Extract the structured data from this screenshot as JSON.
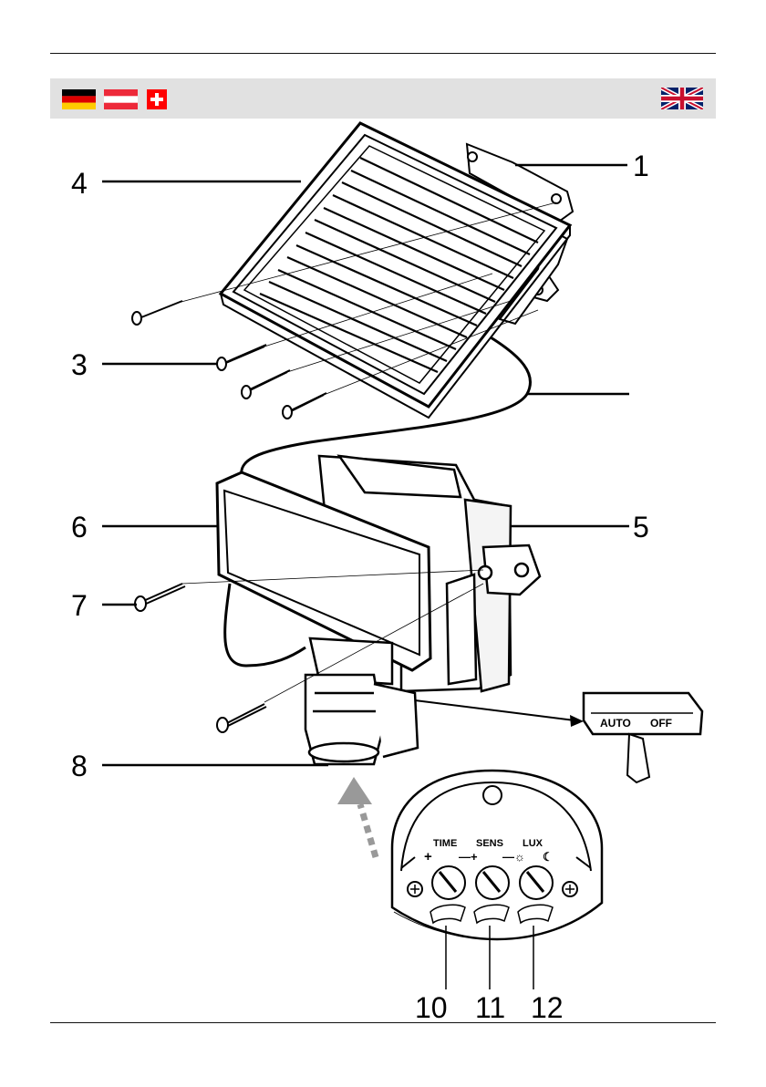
{
  "header": {
    "flags": [
      {
        "name": "germany-flag",
        "colors": [
          "#000000",
          "#dd0000",
          "#ffcc00"
        ]
      },
      {
        "name": "austria-flag",
        "colors": [
          "#ed2939",
          "#ffffff",
          "#ed2939"
        ]
      },
      {
        "name": "switzerland-flag",
        "colors": [
          "#ff0000",
          "#ffffff"
        ]
      },
      {
        "name": "uk-flag",
        "colors": [
          "#012169",
          "#ffffff",
          "#c8102e"
        ]
      }
    ],
    "bar_color": "#e1e1e1"
  },
  "callouts": {
    "c1": "1",
    "c3": "3",
    "c4": "4",
    "c5": "5",
    "c6": "6",
    "c7": "7",
    "c8": "8",
    "c10": "10",
    "c11": "11",
    "c12": "12"
  },
  "switch": {
    "auto": "AUTO",
    "off": "OFF"
  },
  "dials": {
    "time": "TIME",
    "sens": "SENS",
    "lux": "LUX",
    "time_minus": "+",
    "sens_signs": "—+",
    "lux_signs": "—☼",
    "lux_moon": "☾"
  }
}
